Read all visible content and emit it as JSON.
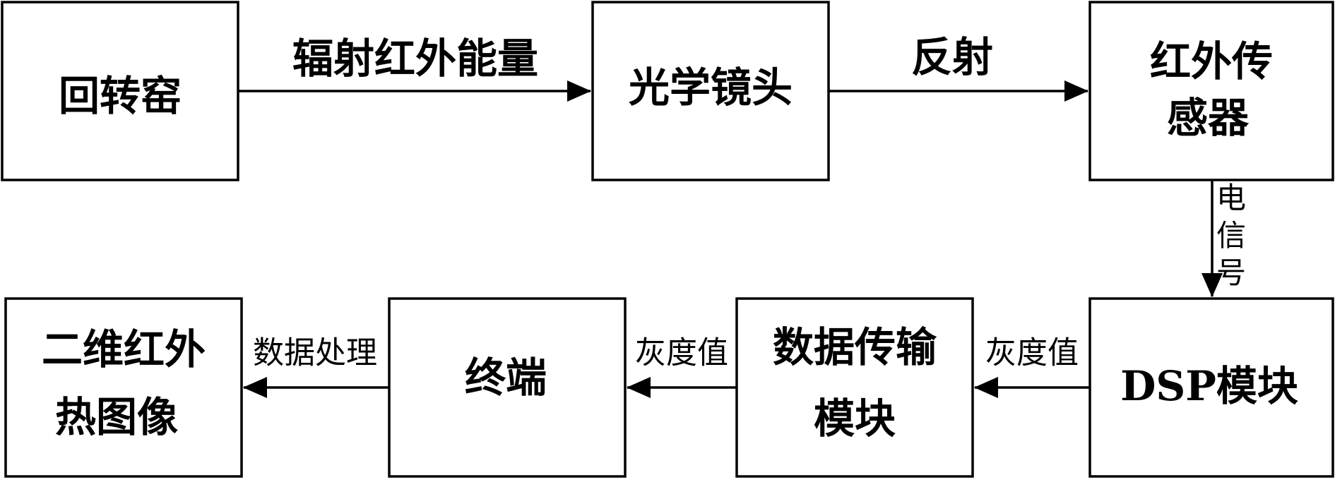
{
  "boxes": {
    "kiln": {
      "lines": [
        "回转窑"
      ]
    },
    "optical_lens": {
      "lines": [
        "光学镜头"
      ]
    },
    "ir_sensor": {
      "lines": [
        "红外传",
        "感器"
      ]
    },
    "dsp_module": {
      "lines": [
        "DSP模块"
      ]
    },
    "data_transmission": {
      "lines": [
        "数据传输",
        "模块"
      ]
    },
    "terminal": {
      "lines": [
        "终端"
      ]
    },
    "thermal_image": {
      "lines": [
        "二维红外",
        "热图像"
      ]
    }
  },
  "edges": {
    "kiln_to_lens": "辐射红外能量",
    "lens_to_sensor": "反射",
    "sensor_to_dsp": [
      "电",
      "信",
      "号"
    ],
    "dsp_to_transmission": "灰度值",
    "transmission_to_terminal": "灰度值",
    "terminal_to_image": "数据处理"
  },
  "colors": {
    "stroke": "#000000",
    "background": "#ffffff"
  }
}
